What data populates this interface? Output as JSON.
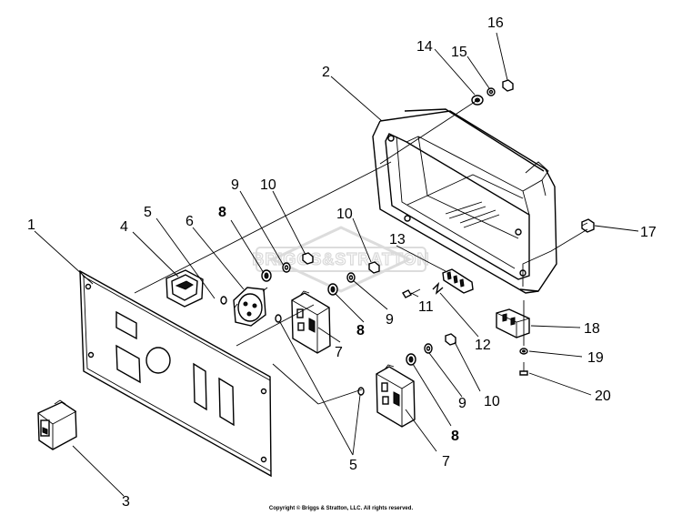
{
  "diagram": {
    "watermark_text": "BRIGGS&STRATTON",
    "copyright": "Copyright © Briggs & Stratton, LLC. All rights reserved.",
    "labels": {
      "l1": "1",
      "l2": "2",
      "l3": "3",
      "l4": "4",
      "l5a": "5",
      "l5b": "5",
      "l6": "6",
      "l7a": "7",
      "l7b": "7",
      "l8a": "8",
      "l8b": "8",
      "l8c": "8",
      "l9a": "9",
      "l9b": "9",
      "l9c": "9",
      "l10a": "10",
      "l10b": "10",
      "l10c": "10",
      "l11": "11",
      "l12": "12",
      "l13": "13",
      "l14": "14",
      "l15": "15",
      "l16": "16",
      "l17": "17",
      "l18": "18",
      "l19": "19",
      "l20": "20"
    }
  }
}
